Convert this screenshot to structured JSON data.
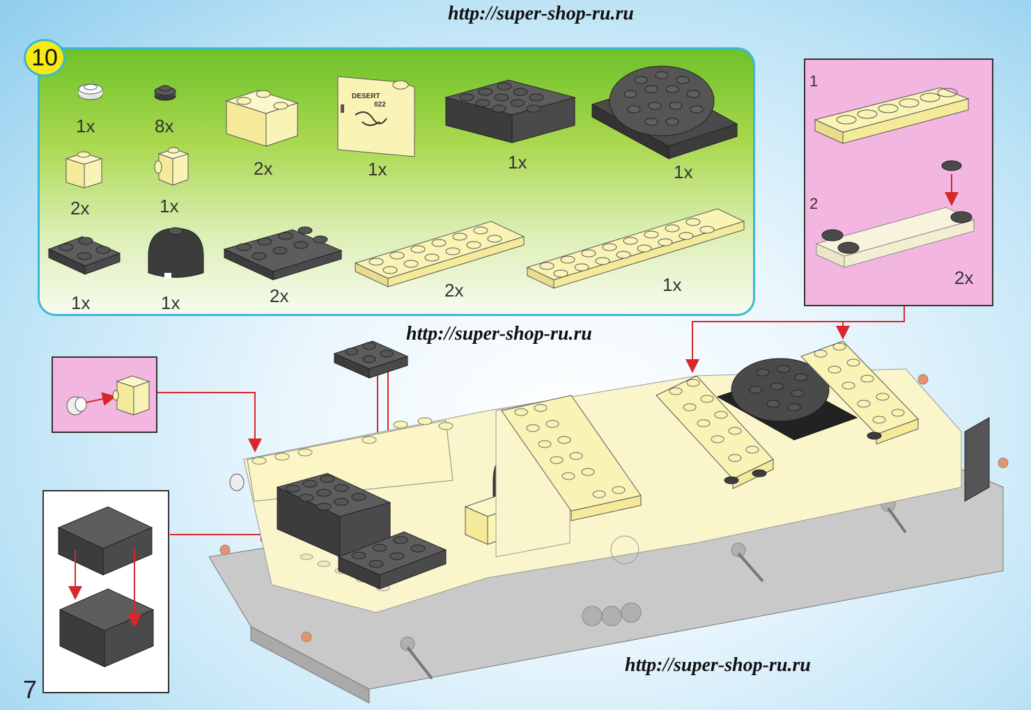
{
  "watermarks": [
    "http://super-shop-ru.ru",
    "http://super-shop-ru.ru",
    "http://super-shop-ru.ru"
  ],
  "step_number": "10",
  "page_number": "7",
  "parts": [
    {
      "name": "round-plate-1x1-white",
      "qty": "1x"
    },
    {
      "name": "round-plate-1x1-dark-gray",
      "qty": "8x"
    },
    {
      "name": "brick-1x1-tan",
      "qty": "2x"
    },
    {
      "name": "brick-1x1-side-stud-tan",
      "qty": "1x"
    },
    {
      "name": "brick-2x2-corner-tan",
      "qty": "2x"
    },
    {
      "name": "door-panel-desert-tan",
      "qty": "1x"
    },
    {
      "name": "brick-2x4-dark-gray",
      "qty": "1x"
    },
    {
      "name": "turntable-4x4-dark-gray",
      "qty": "1x"
    },
    {
      "name": "plate-2x2-dark-gray",
      "qty": "1x"
    },
    {
      "name": "dome-2x2-dark-gray",
      "qty": "1x"
    },
    {
      "name": "plate-2x4-dark-gray",
      "qty": "2x"
    },
    {
      "name": "plate-2x6-tan",
      "qty": "2x"
    },
    {
      "name": "plate-2x8-tan",
      "qty": "1x"
    }
  ],
  "door_print": {
    "line1": "DESERT",
    "line2": "022"
  },
  "subassembly": {
    "step1": "1",
    "step2": "2",
    "qty": "2x"
  },
  "colors": {
    "tan": "#faf3b6",
    "dark_gray": "#4a4a4a",
    "arrow_red": "#d9262b",
    "panel_border": "#3bb7d6",
    "inset_pink": "#f2b6e0",
    "badge_yellow": "#f7ea13"
  }
}
